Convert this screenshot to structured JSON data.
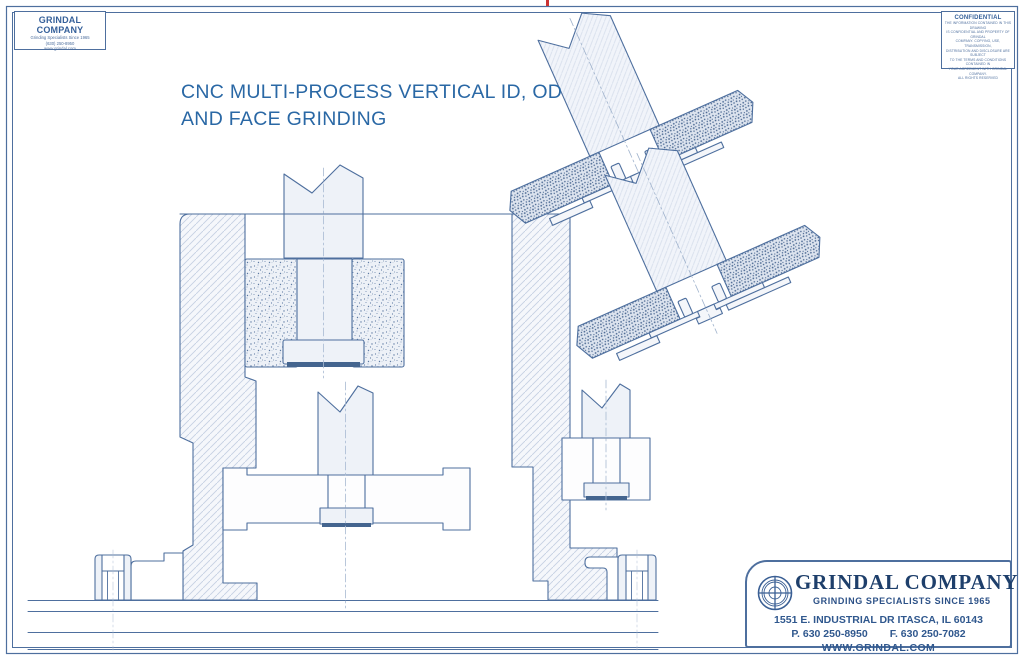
{
  "drawing": {
    "title_line1": "CNC MULTI-PROCESS VERTICAL ID, OD",
    "title_line2": "AND FACE GRINDING"
  },
  "header_left": {
    "company": "GRINDAL COMPANY",
    "tagline": "Grinding Specialists Since 1965",
    "phone": "(630) 250-8950",
    "website": "www.grindal.com"
  },
  "confidential": {
    "title": "CONFIDENTIAL",
    "lines": [
      "THE INFORMATION CONTAINED IN THIS DRAWING",
      "IS CONFIDENTIAL AND PROPERTY OF GRINDAL",
      "COMPANY. COPYING, USE, TRANSMISSION,",
      "DISTRIBUTION AND DISCLOSURE ARE SUBJECT",
      "TO THE TERMS AND CONDITIONS CONTAINED IN",
      "YOUR AGREEMENT WITH GRINDAL COMPANY.",
      "ALL RIGHTS RESERVED"
    ]
  },
  "footer": {
    "company": "GRINDAL COMPANY",
    "tagline": "GRINDING SPECIALISTS SINCE 1965",
    "address": "1551 E. INDUSTRIAL DR ITASCA, IL 60143",
    "phone": "P. 630 250-8950",
    "fax": "F. 630 250-7082",
    "website": "WWW.GRINDAL.COM"
  },
  "colors": {
    "line_blue": "#4e6f9e",
    "title_blue": "#2a68a5",
    "navy": "#1e3f6b",
    "marker_red": "#cc3333"
  }
}
